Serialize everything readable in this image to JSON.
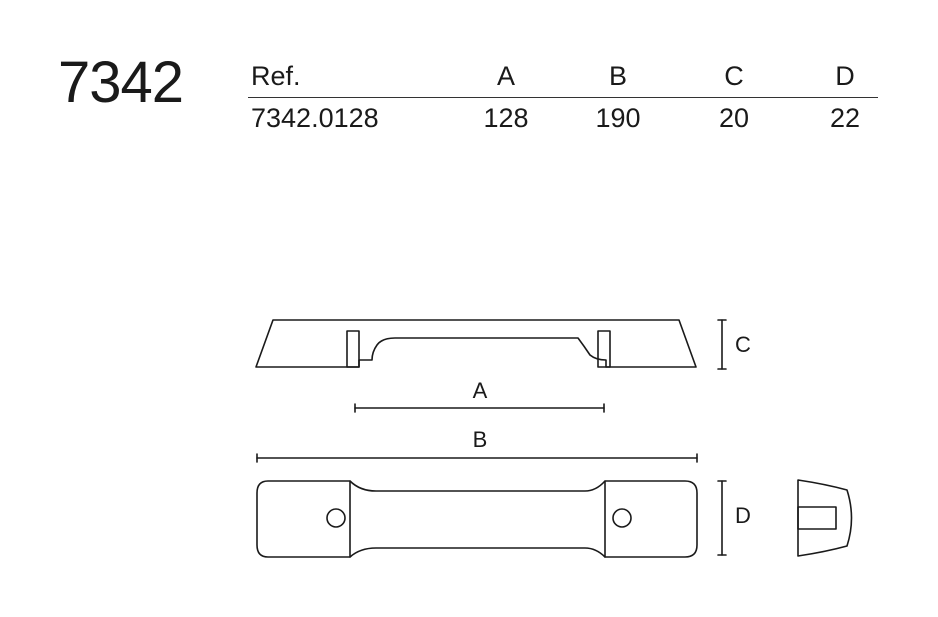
{
  "model": "7342",
  "table": {
    "headers": {
      "ref": "Ref.",
      "a": "A",
      "b": "B",
      "c": "C",
      "d": "D"
    },
    "rows": [
      {
        "ref": "7342.0128",
        "a": "128",
        "b": "190",
        "c": "20",
        "d": "22"
      }
    ]
  },
  "dimension_labels": {
    "a": "A",
    "b": "B",
    "c": "C",
    "d": "D"
  },
  "colors": {
    "line": "#1a1a1a",
    "background": "#ffffff"
  }
}
